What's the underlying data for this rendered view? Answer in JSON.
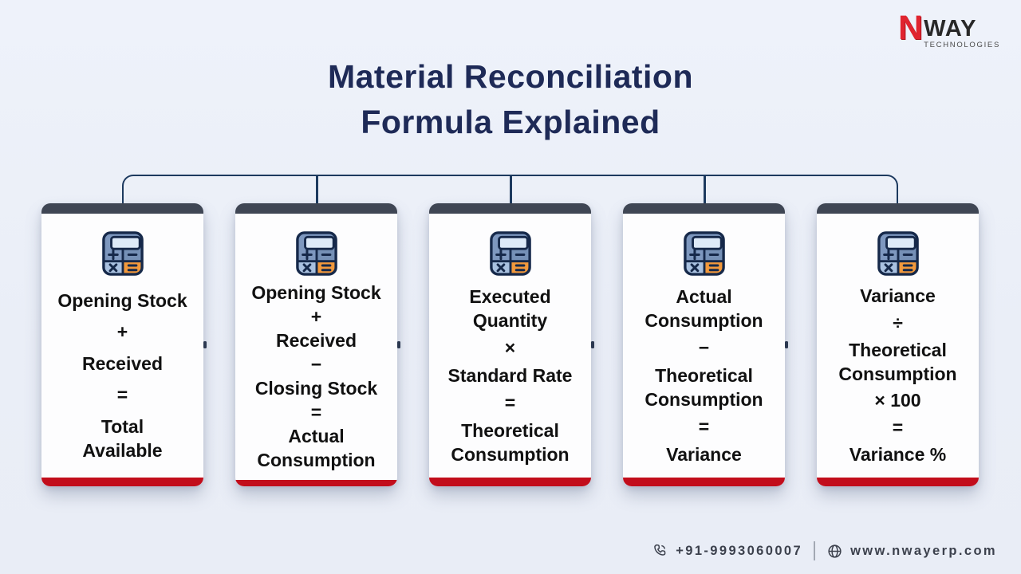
{
  "logo": {
    "n": "N",
    "way": "WAY",
    "sub": "TECHNOLOGIES"
  },
  "title": {
    "line1": "Material Reconciliation",
    "line2": "Formula Explained"
  },
  "cards": [
    {
      "icon": "calculator-icon",
      "lines": [
        [
          "Opening Stock"
        ],
        [
          "+"
        ],
        [
          "Received"
        ],
        [
          "="
        ],
        [
          "Total",
          "Available"
        ]
      ]
    },
    {
      "icon": "calculator-icon",
      "lines": [
        [
          "Opening Stock"
        ],
        [
          "+"
        ],
        [
          "Received"
        ],
        [
          "−"
        ],
        [
          "Closing Stock"
        ],
        [
          "="
        ],
        [
          "Actual",
          "Consumption"
        ]
      ]
    },
    {
      "icon": "calculator-icon",
      "lines": [
        [
          "Executed",
          "Quantity"
        ],
        [
          "×"
        ],
        [
          "Standard Rate"
        ],
        [
          "="
        ],
        [
          "Theoretical",
          "Consumption"
        ]
      ]
    },
    {
      "icon": "calculator-icon",
      "lines": [
        [
          "Actual",
          "Consumption"
        ],
        [
          "−"
        ],
        [
          "Theoretical",
          "Consumption"
        ],
        [
          "="
        ],
        [
          "Variance"
        ]
      ]
    },
    {
      "icon": "calculator-icon",
      "lines": [
        [
          "Variance"
        ],
        [
          "÷"
        ],
        [
          "Theoretical",
          "Consumption"
        ],
        [
          "× 100"
        ],
        [
          "="
        ],
        [
          "Variance %"
        ]
      ]
    }
  ],
  "footer": {
    "phone": "+91-9993060007",
    "website": "www.nwayerp.com"
  },
  "colors": {
    "background": "#eaeef7",
    "title": "#1e2a57",
    "card_top_bar": "#3f4654",
    "card_bottom_bar": "#c20d1b",
    "connector_line": "#1d3a5f",
    "card_text": "#111111",
    "logo_red": "#e0242f",
    "logo_dark": "#282828",
    "footer_text": "#3c414d",
    "calculator_body": "#7e98bf",
    "calculator_screen": "#ddeaf8",
    "calculator_equals": "#f2993c"
  }
}
